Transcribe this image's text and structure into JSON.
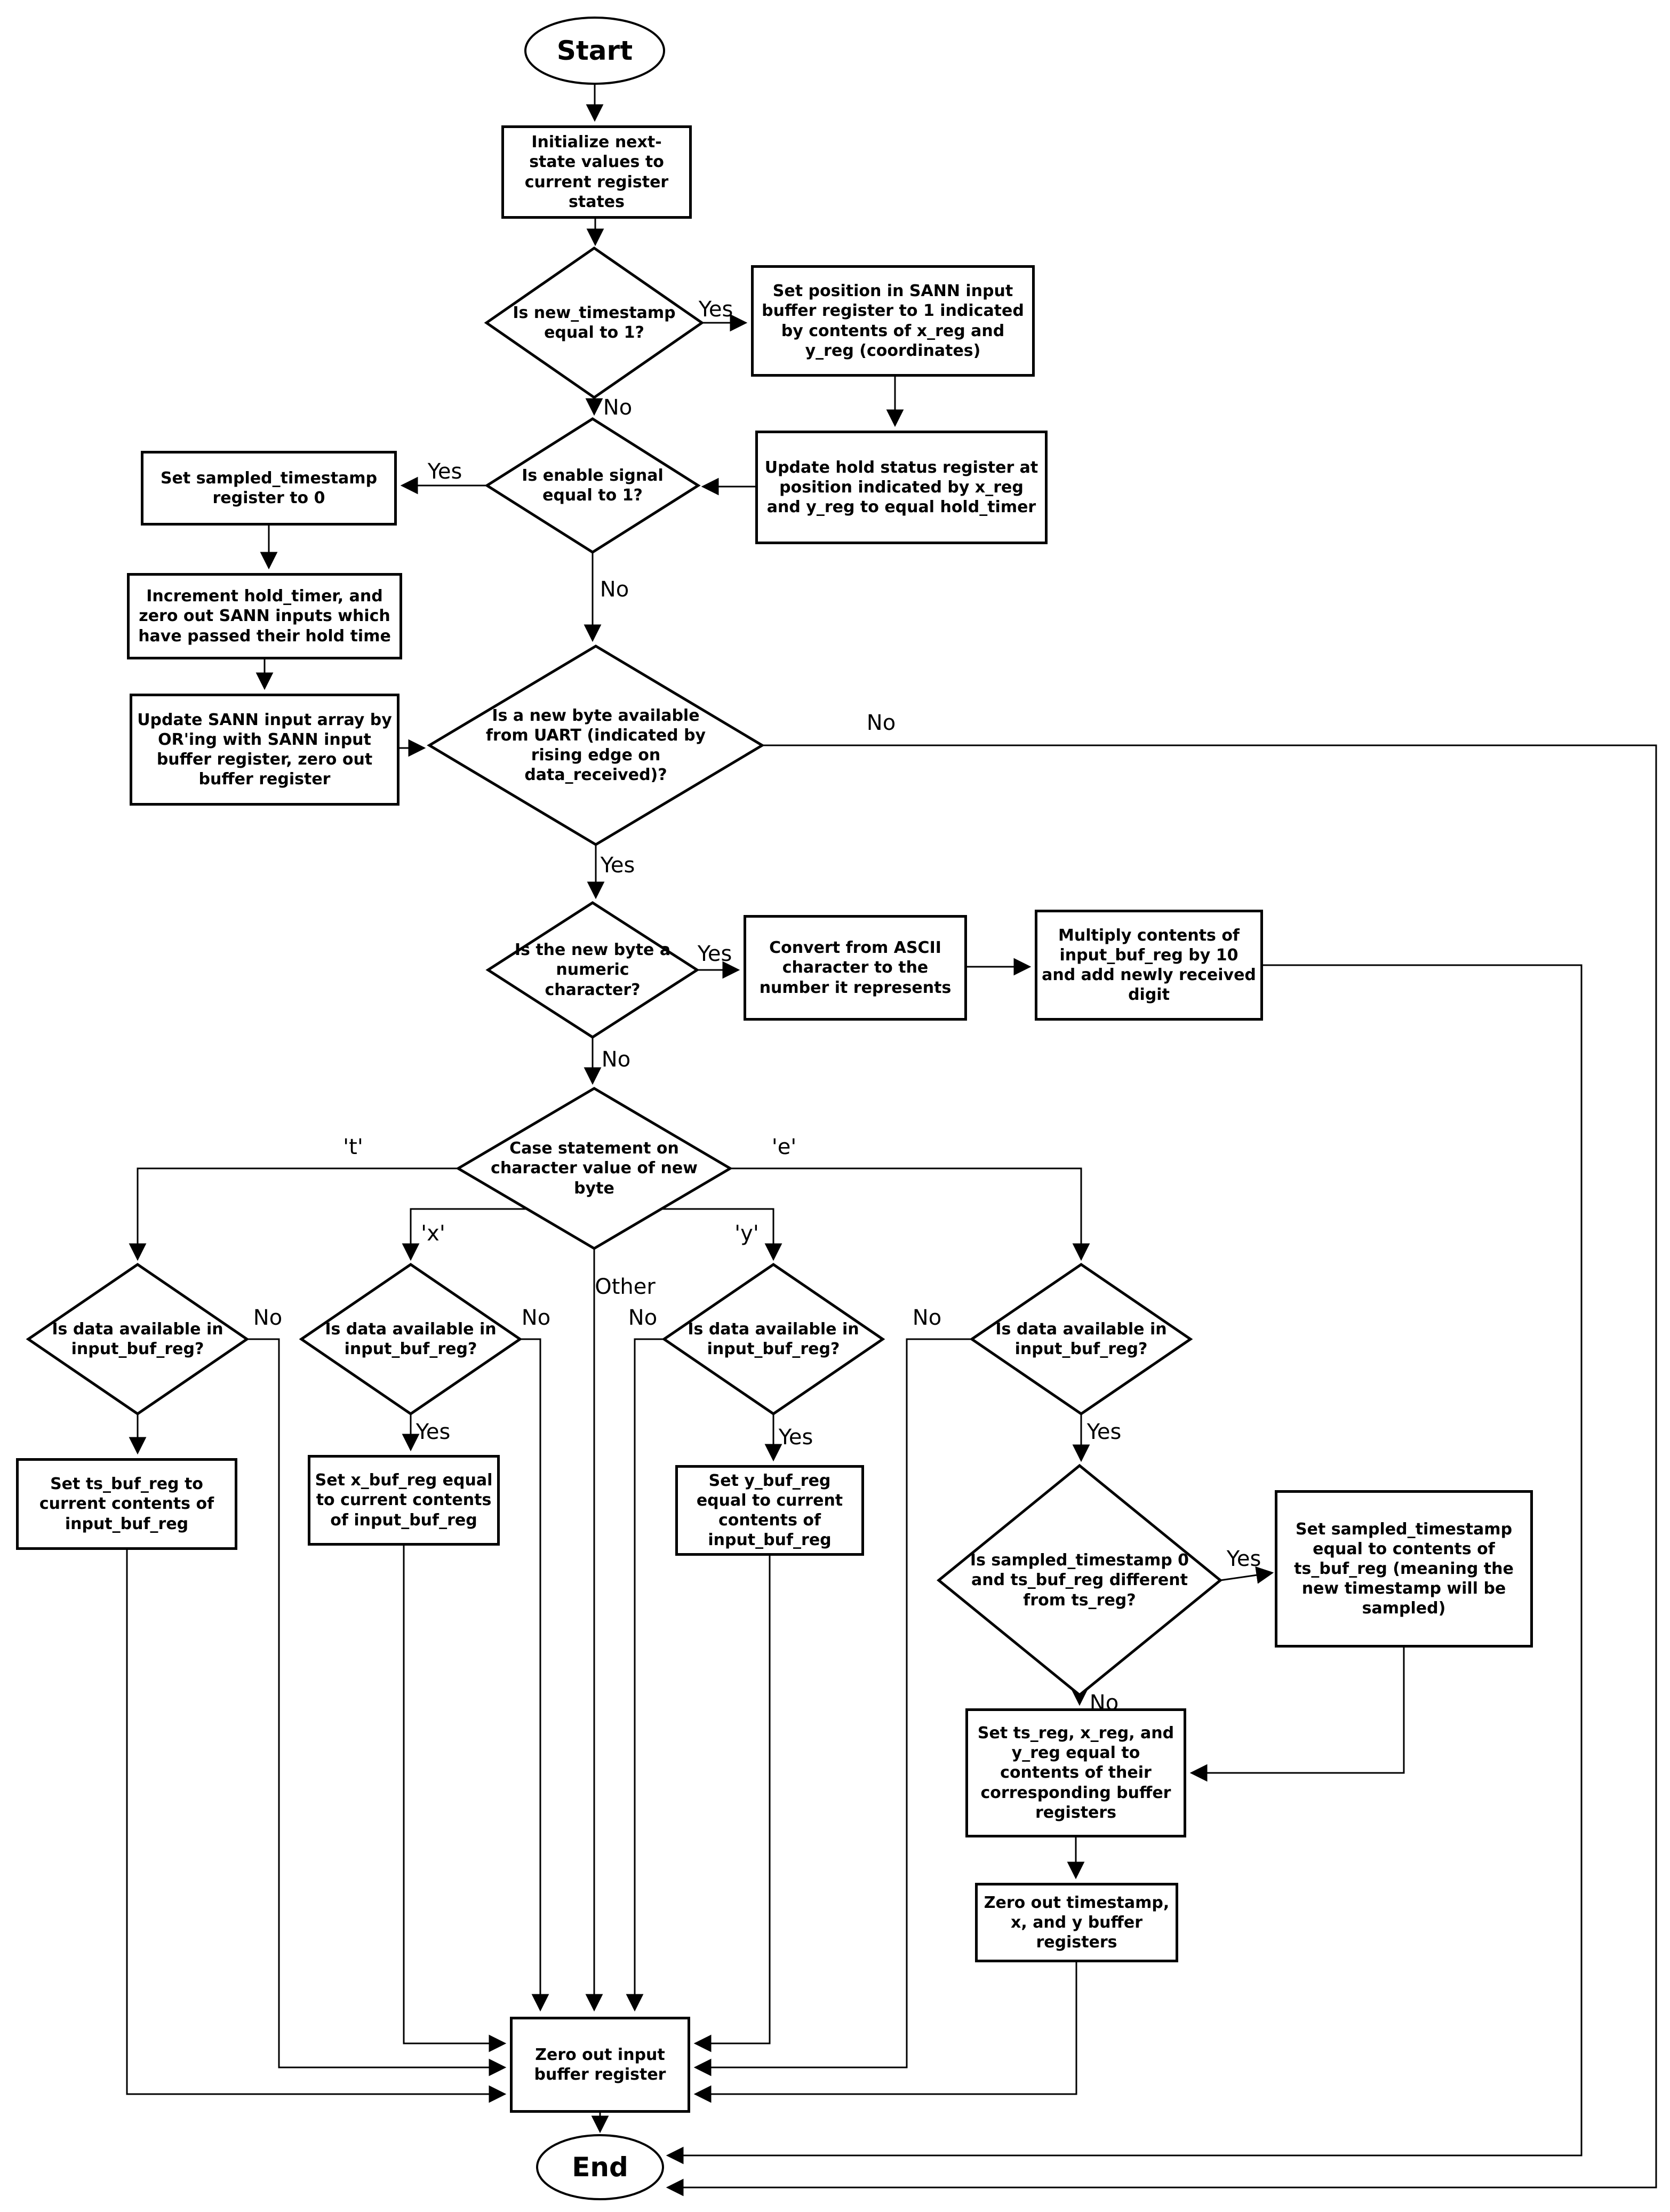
{
  "diagram": {
    "colors": {
      "line": "#000000",
      "background": "#ffffff"
    },
    "nodes": {
      "start": {
        "label": "Start"
      },
      "init": {
        "label": "Initialize next-state values to current register states"
      },
      "is_new_timestamp": {
        "label": "Is new_timestamp equal to 1?"
      },
      "set_position": {
        "label": "Set position in SANN input buffer register to 1 indicated by contents of x_reg and y_reg (coordinates)"
      },
      "update_hold_status": {
        "label": "Update hold status register at position indicated by x_reg and y_reg to equal hold_timer"
      },
      "is_enable": {
        "label": "Is enable signal equal to 1?"
      },
      "set_sampled_zero": {
        "label": "Set sampled_timestamp register to 0"
      },
      "increment_hold_timer": {
        "label": "Increment hold_timer, and zero out SANN inputs which have passed their hold time"
      },
      "update_sann_array": {
        "label": "Update SANN input array by OR'ing with SANN input buffer register, zero out buffer register"
      },
      "is_new_byte": {
        "label": "Is a new byte available from UART (indicated by rising edge on data_received)?"
      },
      "is_numeric": {
        "label": "Is the new byte a numeric character?"
      },
      "convert_ascii": {
        "label": "Convert from ASCII character to the number it represents"
      },
      "multiply_add": {
        "label": "Multiply contents of input_buf_reg by 10 and add newly received digit"
      },
      "case_statement": {
        "label": "Case statement on character value of new byte"
      },
      "avail_t": {
        "label": "Is data available in input_buf_reg?"
      },
      "avail_x": {
        "label": "Is data available in input_buf_reg?"
      },
      "avail_y": {
        "label": "Is data available in input_buf_reg?"
      },
      "avail_e": {
        "label": "Is data available in input_buf_reg?"
      },
      "set_ts_buf": {
        "label": "Set ts_buf_reg to current contents of input_buf_reg"
      },
      "set_x_buf": {
        "label": "Set x_buf_reg equal to current contents of input_buf_reg"
      },
      "set_y_buf": {
        "label": "Set y_buf_reg equal to current contents of input_buf_reg"
      },
      "is_sampled_diff": {
        "label": "Is sampled_timestamp 0 and ts_buf_reg different from ts_reg?"
      },
      "set_sampled_ts": {
        "label": "Set sampled_timestamp equal to contents of ts_buf_reg (meaning the new timestamp will be sampled)"
      },
      "set_regs": {
        "label": "Set ts_reg, x_reg, and y_reg equal to contents of their corresponding buffer registers"
      },
      "zero_ts_xy_buf": {
        "label": "Zero out timestamp, x, and y buffer registers"
      },
      "zero_input_buf": {
        "label": "Zero out input buffer register"
      },
      "end": {
        "label": "End"
      }
    },
    "edge_labels": {
      "yes": "Yes",
      "no": "No",
      "t": "'t'",
      "x": "'x'",
      "y": "'y'",
      "e": "'e'",
      "other": "Other"
    }
  }
}
